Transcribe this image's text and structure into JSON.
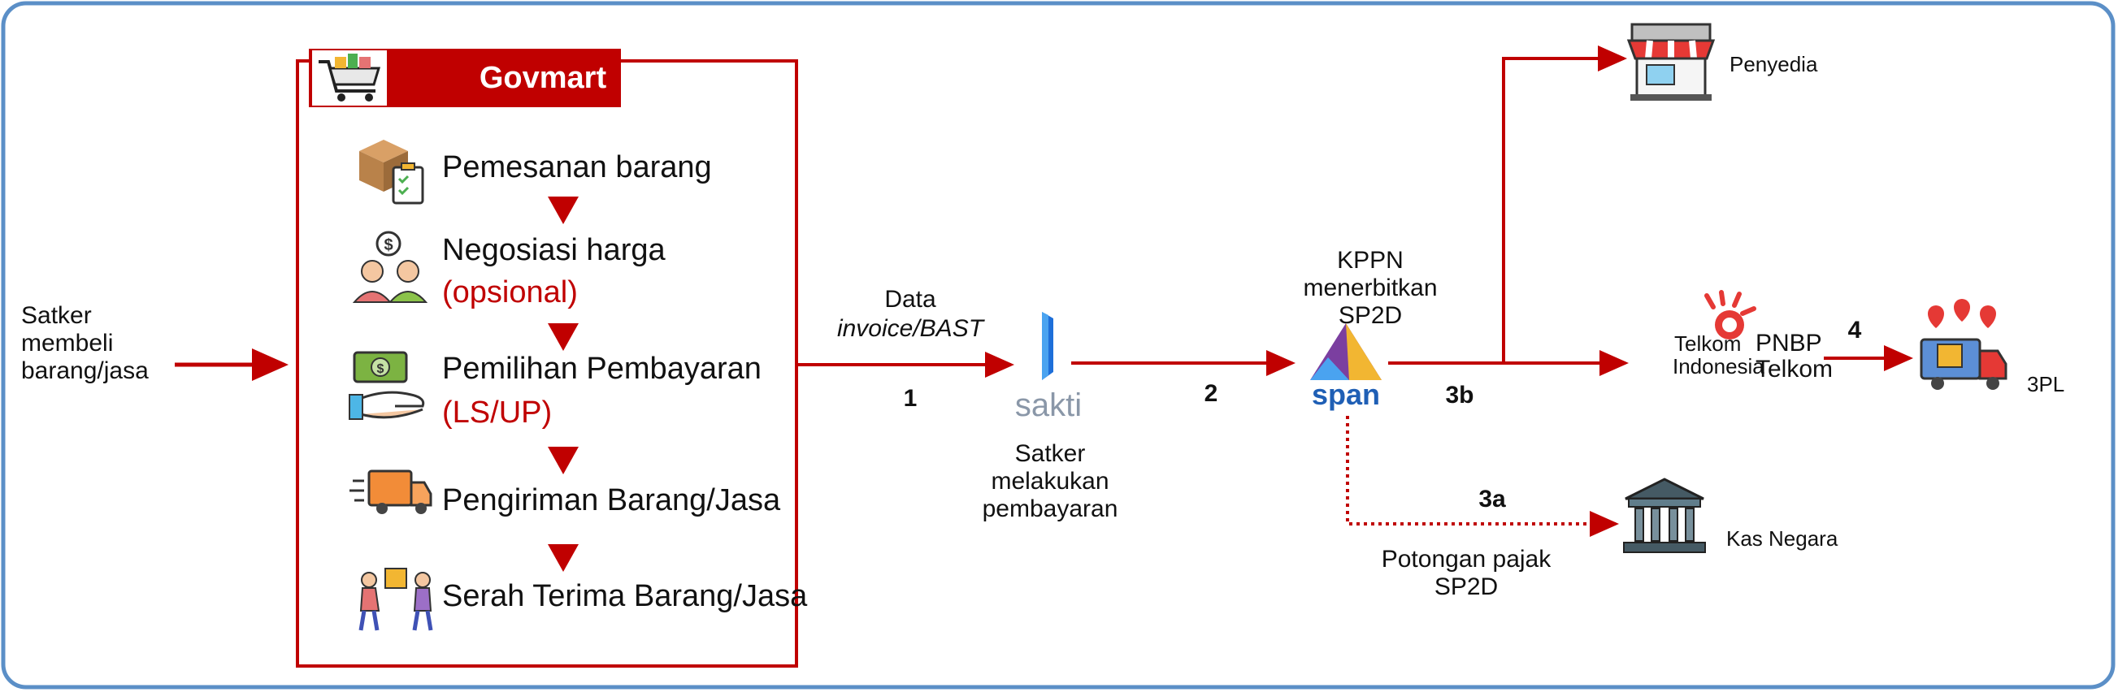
{
  "colors": {
    "frame": "#5b8fc7",
    "accent": "#c00000",
    "white": "#ffffff"
  },
  "start_label": [
    "Satker",
    "membeli",
    "barang/jasa"
  ],
  "govmart": {
    "title": "Govmart",
    "steps": [
      {
        "icon": "box-checklist-icon",
        "label": "Pemesanan barang",
        "sub": ""
      },
      {
        "icon": "negotiation-people-icon",
        "label": "Negosiasi harga",
        "sub": "(opsional)"
      },
      {
        "icon": "money-hand-icon",
        "label": "Pemilihan Pembayaran",
        "sub": "(LS/UP)"
      },
      {
        "icon": "delivery-truck-icon",
        "label": "Pengiriman Barang/Jasa",
        "sub": ""
      },
      {
        "icon": "handover-people-icon",
        "label": "Serah Terima Barang/Jasa",
        "sub": ""
      }
    ]
  },
  "edge1": {
    "label_top": "Data",
    "label_italic": "invoice/BAST",
    "number": "1"
  },
  "sakti": {
    "logo_text": "sakti",
    "caption": [
      "Satker",
      "melakukan",
      "pembayaran"
    ]
  },
  "edge2": {
    "number": "2"
  },
  "span": {
    "logo_text": "span",
    "caption": [
      "KPPN",
      "menerbitkan",
      "SP2D"
    ]
  },
  "edge3b": {
    "number": "3b"
  },
  "edge3a": {
    "number": "3a",
    "caption": [
      "Potongan pajak",
      "SP2D"
    ]
  },
  "penyedia": {
    "label": "Penyedia"
  },
  "telkom": {
    "logo_text": [
      "Telkom",
      "Indonesia"
    ],
    "caption": [
      "PNBP",
      "Telkom"
    ]
  },
  "edge4": {
    "number": "4"
  },
  "tpl": {
    "label": "3PL"
  },
  "kas": {
    "label": "Kas Negara"
  }
}
